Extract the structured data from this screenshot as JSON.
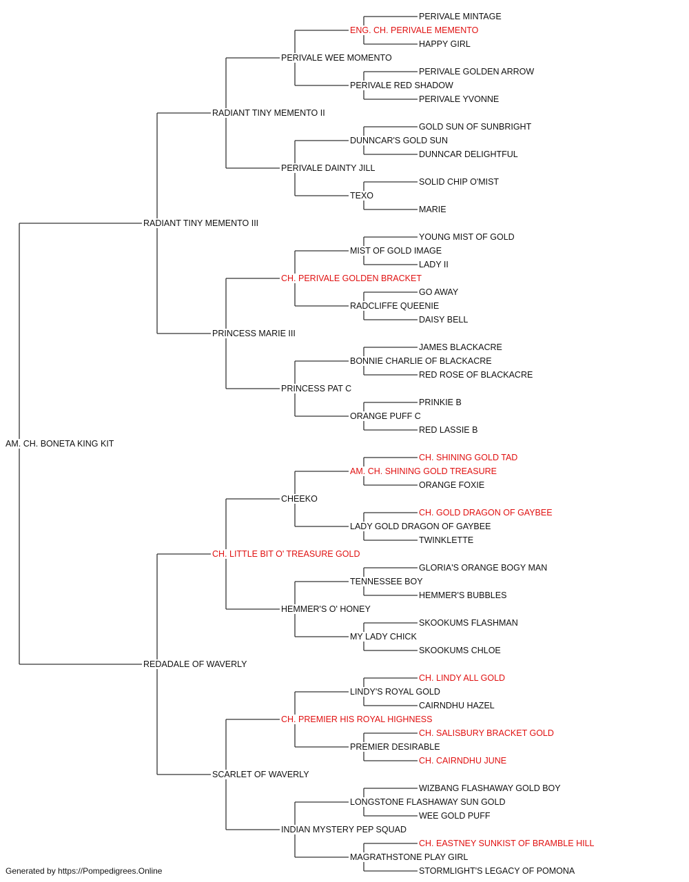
{
  "subject": {
    "name": "AM. CH. BONETA KING KIT"
  },
  "ancestors": [
    {
      "name": "RADIANT TINY MEMENTO III"
    },
    {
      "name": "RADIANT TINY MEMENTO II"
    },
    {
      "name": "PERIVALE WEE MOMENTO"
    },
    {
      "name": "ENG. CH. PERIVALE MEMENTO",
      "champion": true
    },
    {
      "name": "PERIVALE MINTAGE"
    },
    {
      "name": "HAPPY GIRL"
    },
    {
      "name": "PERIVALE RED SHADOW"
    },
    {
      "name": "PERIVALE GOLDEN ARROW"
    },
    {
      "name": "PERIVALE YVONNE"
    },
    {
      "name": "PERIVALE DAINTY JILL"
    },
    {
      "name": "DUNNCAR'S GOLD SUN"
    },
    {
      "name": "GOLD SUN OF SUNBRIGHT"
    },
    {
      "name": "DUNNCAR DELIGHTFUL"
    },
    {
      "name": "TEXO"
    },
    {
      "name": "SOLID CHIP O'MIST"
    },
    {
      "name": "MARIE"
    },
    {
      "name": "PRINCESS MARIE III"
    },
    {
      "name": "CH. PERIVALE GOLDEN BRACKET",
      "champion": true
    },
    {
      "name": "MIST OF GOLD IMAGE"
    },
    {
      "name": "YOUNG MIST OF GOLD"
    },
    {
      "name": "LADY II"
    },
    {
      "name": "RADCLIFFE QUEENIE"
    },
    {
      "name": "GO AWAY"
    },
    {
      "name": "DAISY BELL"
    },
    {
      "name": "PRINCESS PAT C"
    },
    {
      "name": "BONNIE CHARLIE OF BLACKACRE"
    },
    {
      "name": "JAMES BLACKACRE"
    },
    {
      "name": "RED ROSE OF BLACKACRE"
    },
    {
      "name": "ORANGE PUFF C"
    },
    {
      "name": "PRINKIE B"
    },
    {
      "name": "RED LASSIE B"
    },
    {
      "name": "REDADALE OF WAVERLY"
    },
    {
      "name": "CH. LITTLE BIT O' TREASURE GOLD",
      "champion": true
    },
    {
      "name": "CHEEKO"
    },
    {
      "name": "AM. CH. SHINING GOLD TREASURE",
      "champion": true
    },
    {
      "name": "CH. SHINING GOLD TAD",
      "champion": true
    },
    {
      "name": "ORANGE FOXIE"
    },
    {
      "name": "LADY GOLD DRAGON OF GAYBEE"
    },
    {
      "name": "CH. GOLD DRAGON OF GAYBEE",
      "champion": true
    },
    {
      "name": "TWINKLETTE"
    },
    {
      "name": "HEMMER'S O' HONEY"
    },
    {
      "name": "TENNESSEE BOY"
    },
    {
      "name": "GLORIA'S ORANGE BOGY MAN"
    },
    {
      "name": "HEMMER'S BUBBLES"
    },
    {
      "name": "MY LADY CHICK"
    },
    {
      "name": "SKOOKUMS FLASHMAN"
    },
    {
      "name": "SKOOKUMS CHLOE"
    },
    {
      "name": "SCARLET OF WAVERLY"
    },
    {
      "name": "CH. PREMIER HIS ROYAL HIGHNESS",
      "champion": true
    },
    {
      "name": "LINDY'S ROYAL GOLD"
    },
    {
      "name": "CH. LINDY ALL GOLD",
      "champion": true
    },
    {
      "name": "CAIRNDHU HAZEL"
    },
    {
      "name": "PREMIER DESIRABLE"
    },
    {
      "name": "CH. SALISBURY BRACKET GOLD",
      "champion": true
    },
    {
      "name": "CH. CAIRNDHU JUNE",
      "champion": true
    },
    {
      "name": "INDIAN MYSTERY PEP SQUAD"
    },
    {
      "name": "LONGSTONE FLASHAWAY SUN GOLD"
    },
    {
      "name": "WIZBANG FLASHAWAY GOLD BOY"
    },
    {
      "name": "WEE GOLD PUFF"
    },
    {
      "name": "MAGRATHSTONE PLAY GIRL"
    },
    {
      "name": "CH. EASTNEY SUNKIST OF BRAMBLE HILL",
      "champion": true
    },
    {
      "name": "STORMLIGHT'S LEGACY OF POMONA"
    }
  ],
  "colors": {
    "line": "#333333",
    "text": "#111111",
    "champion": "#e01010"
  },
  "footer": "Generated by https://Pompedigrees.Online"
}
